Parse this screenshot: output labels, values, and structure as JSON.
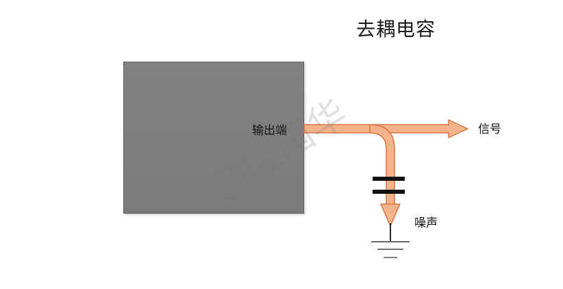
{
  "title": "去耦电容",
  "labels": {
    "output": "输出端",
    "signal": "信号",
    "noise": "噪声"
  },
  "watermark": "@匡国华",
  "colors": {
    "trace_fill": "#f3b48c",
    "trace_stroke": "#d9753f",
    "chip_fill": "#808080",
    "capacitor": "#111111",
    "ground": "#333333"
  }
}
